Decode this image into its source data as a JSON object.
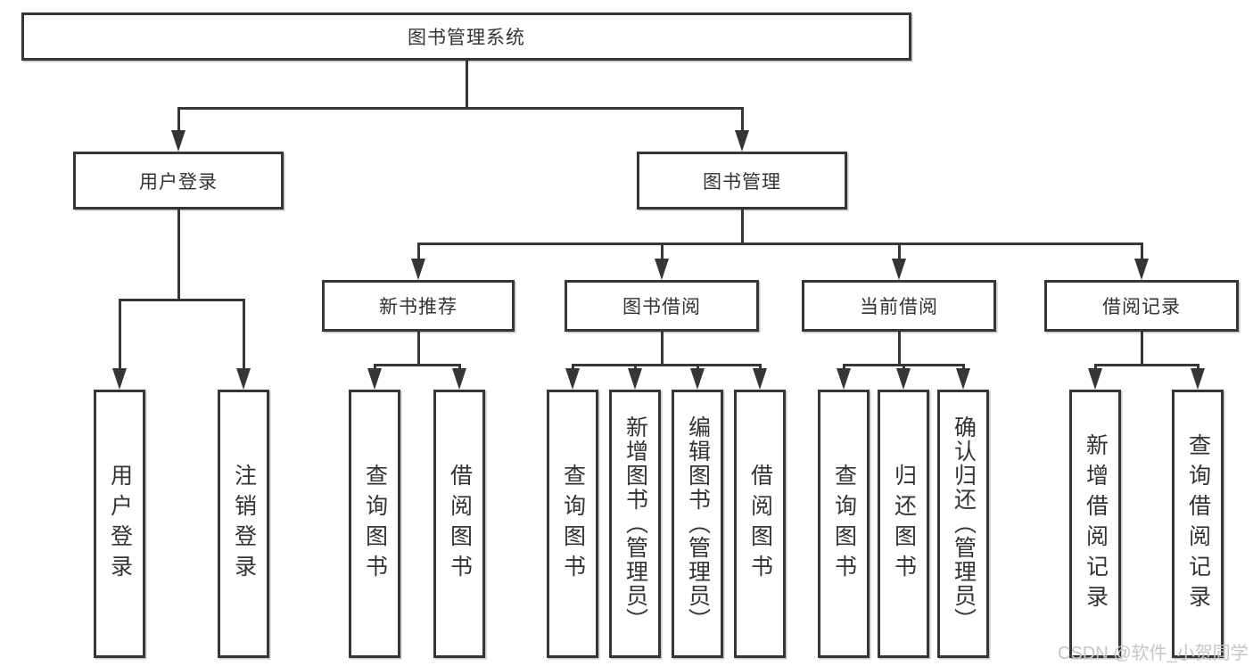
{
  "colors": {
    "line": "#363636",
    "box_border": "#363636",
    "text": "#333333",
    "background": "#ffffff",
    "watermark": "#c6c6c6"
  },
  "watermark": {
    "text": "CSDN @软件_小贺同学"
  },
  "tree": {
    "root": "图书管理系统",
    "level2": [
      {
        "id": "user-login",
        "label": "用户登录",
        "children": [
          "用户登录",
          "注销登录"
        ]
      },
      {
        "id": "book-management",
        "label": "图书管理",
        "children": [
          {
            "id": "new-book-recommend",
            "label": "新书推荐",
            "children": [
              "查询图书",
              "借阅图书"
            ]
          },
          {
            "id": "book-borrow",
            "label": "图书借阅",
            "children": [
              "查询图书",
              "新增图书（管理员）",
              "编辑图书（管理员）",
              "借阅图书"
            ]
          },
          {
            "id": "current-borrow",
            "label": "当前借阅",
            "children": [
              "查询图书",
              "归还图书",
              "确认归还（管理员）"
            ]
          },
          {
            "id": "borrow-records",
            "label": "借阅记录",
            "children": [
              "新增借阅记录",
              "查询借阅记录"
            ]
          }
        ]
      }
    ]
  }
}
